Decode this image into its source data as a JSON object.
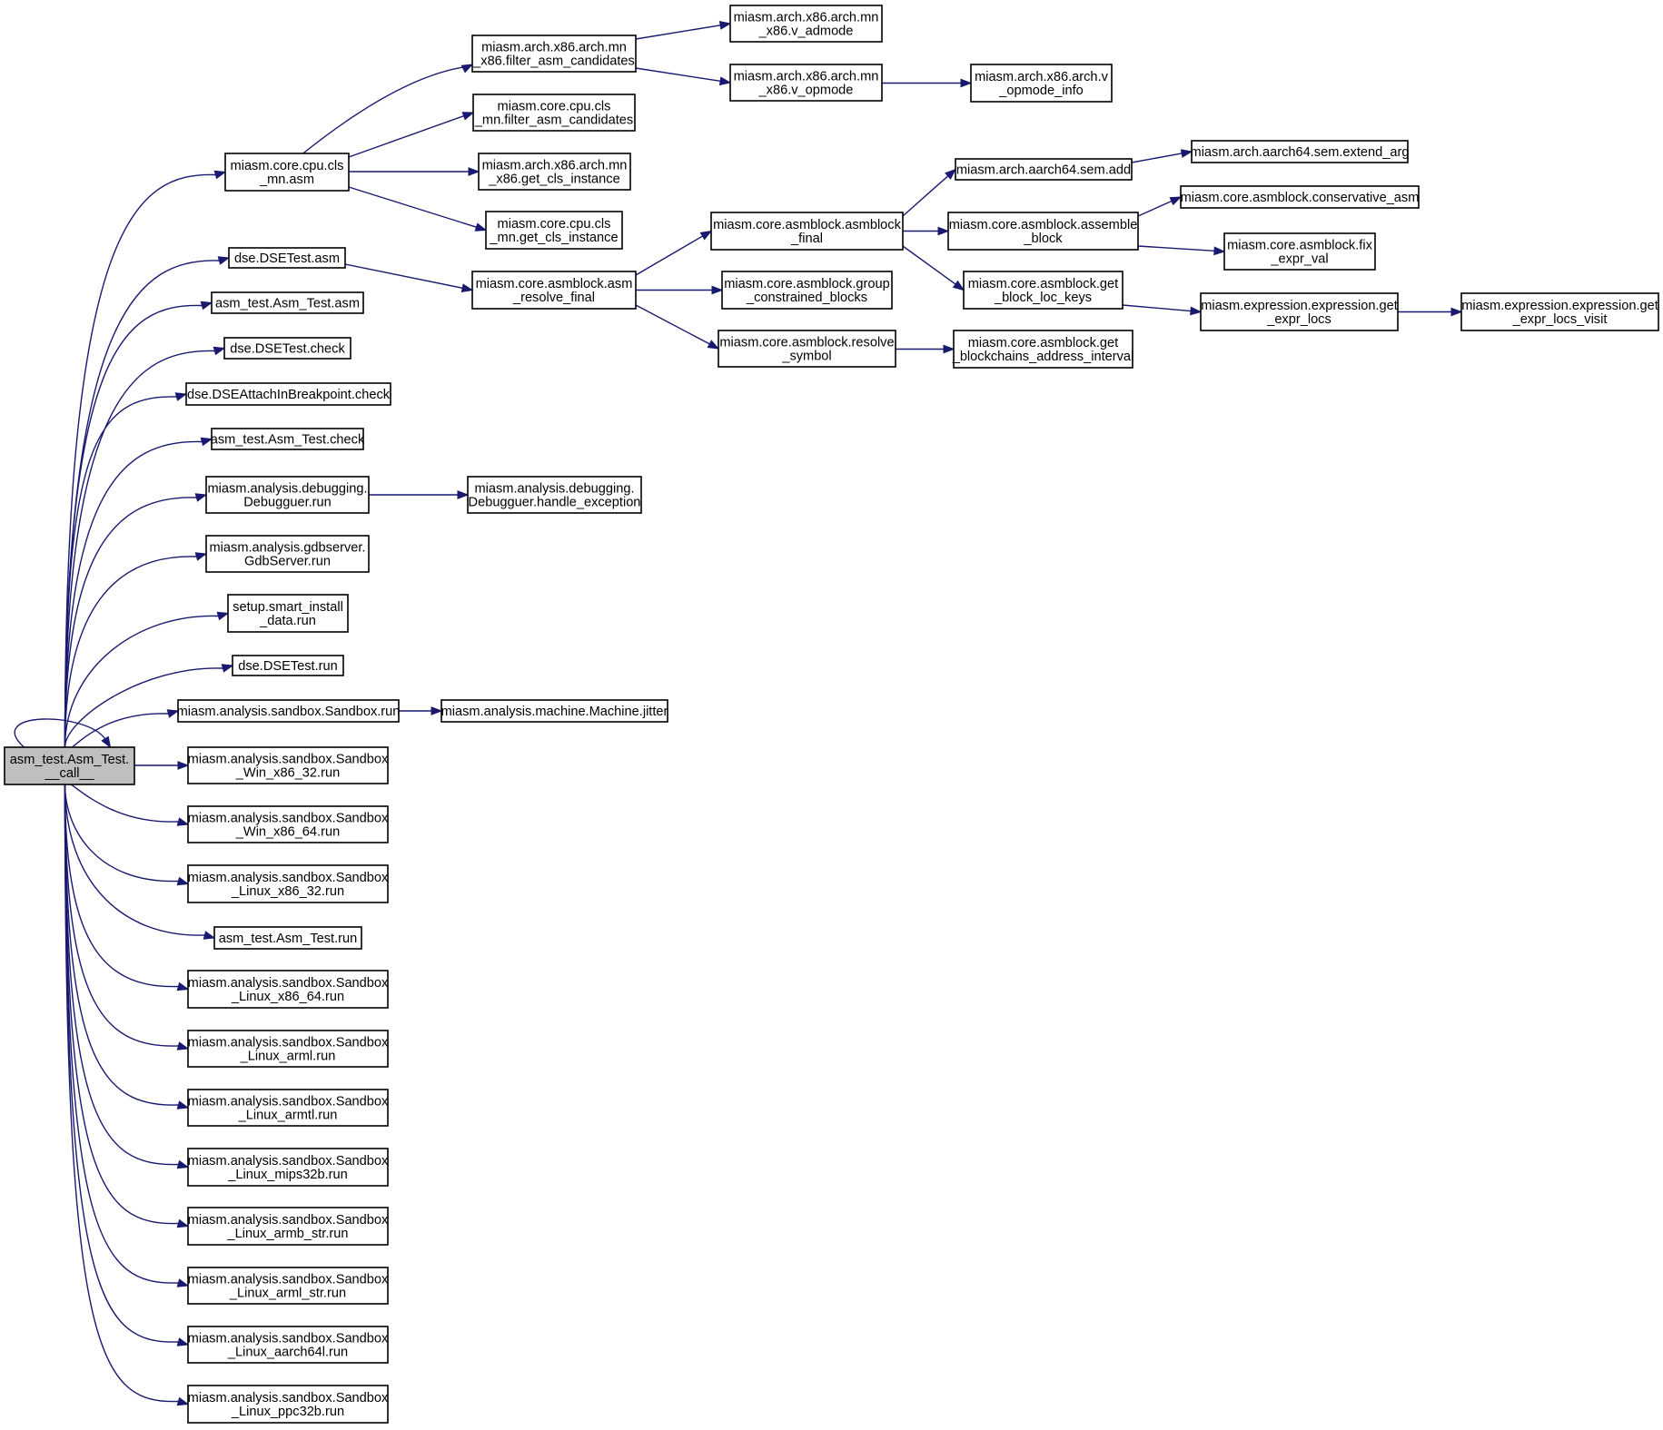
{
  "colors": {
    "edge": "#191970",
    "node_border": "#000000",
    "root_fill": "#bfbfbf",
    "node_fill": "#ffffff"
  },
  "nodes": [
    {
      "id": "root",
      "lines": [
        "asm_test.Asm_Test.",
        "__call__"
      ]
    },
    {
      "id": "core_cpu_asm",
      "lines": [
        "miasm.core.cpu.cls",
        "_mn.asm"
      ]
    },
    {
      "id": "dse_asm",
      "lines": [
        "dse.DSETest.asm"
      ]
    },
    {
      "id": "asmtest_asm",
      "lines": [
        "asm_test.Asm_Test.asm"
      ]
    },
    {
      "id": "dse_check",
      "lines": [
        "dse.DSETest.check"
      ]
    },
    {
      "id": "dse_attach_check",
      "lines": [
        "dse.DSEAttachInBreakpoint.check"
      ]
    },
    {
      "id": "asmtest_check",
      "lines": [
        "asm_test.Asm_Test.check"
      ]
    },
    {
      "id": "debugger_run",
      "lines": [
        "miasm.analysis.debugging.",
        "Debugguer.run"
      ]
    },
    {
      "id": "gdbserver_run",
      "lines": [
        "miasm.analysis.gdbserver.",
        "GdbServer.run"
      ]
    },
    {
      "id": "setup_run",
      "lines": [
        "setup.smart_install",
        "_data.run"
      ]
    },
    {
      "id": "dse_run",
      "lines": [
        "dse.DSETest.run"
      ]
    },
    {
      "id": "sandbox_run",
      "lines": [
        "miasm.analysis.sandbox.Sandbox.run"
      ]
    },
    {
      "id": "win32_run",
      "lines": [
        "miasm.analysis.sandbox.Sandbox",
        "_Win_x86_32.run"
      ]
    },
    {
      "id": "win64_run",
      "lines": [
        "miasm.analysis.sandbox.Sandbox",
        "_Win_x86_64.run"
      ]
    },
    {
      "id": "linux32_run",
      "lines": [
        "miasm.analysis.sandbox.Sandbox",
        "_Linux_x86_32.run"
      ]
    },
    {
      "id": "asmtest_run",
      "lines": [
        "asm_test.Asm_Test.run"
      ]
    },
    {
      "id": "linux64_run",
      "lines": [
        "miasm.analysis.sandbox.Sandbox",
        "_Linux_x86_64.run"
      ]
    },
    {
      "id": "arml_run",
      "lines": [
        "miasm.analysis.sandbox.Sandbox",
        "_Linux_arml.run"
      ]
    },
    {
      "id": "armtl_run",
      "lines": [
        "miasm.analysis.sandbox.Sandbox",
        "_Linux_armtl.run"
      ]
    },
    {
      "id": "mips32b_run",
      "lines": [
        "miasm.analysis.sandbox.Sandbox",
        "_Linux_mips32b.run"
      ]
    },
    {
      "id": "armb_str_run",
      "lines": [
        "miasm.analysis.sandbox.Sandbox",
        "_Linux_armb_str.run"
      ]
    },
    {
      "id": "arml_str_run",
      "lines": [
        "miasm.analysis.sandbox.Sandbox",
        "_Linux_arml_str.run"
      ]
    },
    {
      "id": "aarch64l_run",
      "lines": [
        "miasm.analysis.sandbox.Sandbox",
        "_Linux_aarch64l.run"
      ]
    },
    {
      "id": "ppc32b_run",
      "lines": [
        "miasm.analysis.sandbox.Sandbox",
        "_Linux_ppc32b.run"
      ]
    },
    {
      "id": "x86_filter",
      "lines": [
        "miasm.arch.x86.arch.mn",
        "_x86.filter_asm_candidates"
      ]
    },
    {
      "id": "cpu_filter",
      "lines": [
        "miasm.core.cpu.cls",
        "_mn.filter_asm_candidates"
      ]
    },
    {
      "id": "x86_get_cls",
      "lines": [
        "miasm.arch.x86.arch.mn",
        "_x86.get_cls_instance"
      ]
    },
    {
      "id": "cpu_get_cls",
      "lines": [
        "miasm.core.cpu.cls",
        "_mn.get_cls_instance"
      ]
    },
    {
      "id": "asm_resolve_final",
      "lines": [
        "miasm.core.asmblock.asm",
        "_resolve_final"
      ]
    },
    {
      "id": "handle_exception",
      "lines": [
        "miasm.analysis.debugging.",
        "Debugguer.handle_exception"
      ]
    },
    {
      "id": "machine_jitter",
      "lines": [
        "miasm.analysis.machine.Machine.jitter"
      ]
    },
    {
      "id": "v_admode",
      "lines": [
        "miasm.arch.x86.arch.mn",
        "_x86.v_admode"
      ]
    },
    {
      "id": "v_opmode",
      "lines": [
        "miasm.arch.x86.arch.mn",
        "_x86.v_opmode"
      ]
    },
    {
      "id": "v_opmode_info",
      "lines": [
        "miasm.arch.x86.arch.v",
        "_opmode_info"
      ]
    },
    {
      "id": "asmblock_final",
      "lines": [
        "miasm.core.asmblock.asmblock",
        "_final"
      ]
    },
    {
      "id": "group_constrained",
      "lines": [
        "miasm.core.asmblock.group",
        "_constrained_blocks"
      ]
    },
    {
      "id": "resolve_symbol",
      "lines": [
        "miasm.core.asmblock.resolve",
        "_symbol"
      ]
    },
    {
      "id": "aarch64_add",
      "lines": [
        "miasm.arch.aarch64.sem.add"
      ]
    },
    {
      "id": "assemble_block",
      "lines": [
        "miasm.core.asmblock.assemble",
        "_block"
      ]
    },
    {
      "id": "get_block_loc_keys",
      "lines": [
        "miasm.core.asmblock.get",
        "_block_loc_keys"
      ]
    },
    {
      "id": "get_blockchains",
      "lines": [
        "miasm.core.asmblock.get",
        "_blockchains_address_interval"
      ]
    },
    {
      "id": "extend_arg",
      "lines": [
        "miasm.arch.aarch64.sem.extend_arg"
      ]
    },
    {
      "id": "conservative_asm",
      "lines": [
        "miasm.core.asmblock.conservative_asm"
      ]
    },
    {
      "id": "fix_expr_val",
      "lines": [
        "miasm.core.asmblock.fix",
        "_expr_val"
      ]
    },
    {
      "id": "get_expr_locs",
      "lines": [
        "miasm.expression.expression.get",
        "_expr_locs"
      ]
    },
    {
      "id": "get_expr_locs_visit",
      "lines": [
        "miasm.expression.expression.get",
        "_expr_locs_visit"
      ]
    }
  ],
  "edges": [
    [
      "root",
      "root"
    ],
    [
      "root",
      "core_cpu_asm"
    ],
    [
      "root",
      "dse_asm"
    ],
    [
      "root",
      "asmtest_asm"
    ],
    [
      "root",
      "dse_check"
    ],
    [
      "root",
      "dse_attach_check"
    ],
    [
      "root",
      "asmtest_check"
    ],
    [
      "root",
      "debugger_run"
    ],
    [
      "root",
      "gdbserver_run"
    ],
    [
      "root",
      "setup_run"
    ],
    [
      "root",
      "dse_run"
    ],
    [
      "root",
      "sandbox_run"
    ],
    [
      "root",
      "win32_run"
    ],
    [
      "root",
      "win64_run"
    ],
    [
      "root",
      "linux32_run"
    ],
    [
      "root",
      "asmtest_run"
    ],
    [
      "root",
      "linux64_run"
    ],
    [
      "root",
      "arml_run"
    ],
    [
      "root",
      "armtl_run"
    ],
    [
      "root",
      "mips32b_run"
    ],
    [
      "root",
      "armb_str_run"
    ],
    [
      "root",
      "arml_str_run"
    ],
    [
      "root",
      "aarch64l_run"
    ],
    [
      "root",
      "ppc32b_run"
    ],
    [
      "core_cpu_asm",
      "x86_filter"
    ],
    [
      "core_cpu_asm",
      "cpu_filter"
    ],
    [
      "core_cpu_asm",
      "x86_get_cls"
    ],
    [
      "core_cpu_asm",
      "cpu_get_cls"
    ],
    [
      "x86_filter",
      "v_admode"
    ],
    [
      "x86_filter",
      "v_opmode"
    ],
    [
      "v_opmode",
      "v_opmode_info"
    ],
    [
      "dse_asm",
      "asm_resolve_final"
    ],
    [
      "asm_resolve_final",
      "asmblock_final"
    ],
    [
      "asm_resolve_final",
      "group_constrained"
    ],
    [
      "asm_resolve_final",
      "resolve_symbol"
    ],
    [
      "asmblock_final",
      "aarch64_add"
    ],
    [
      "asmblock_final",
      "assemble_block"
    ],
    [
      "asmblock_final",
      "get_block_loc_keys"
    ],
    [
      "aarch64_add",
      "extend_arg"
    ],
    [
      "assemble_block",
      "conservative_asm"
    ],
    [
      "assemble_block",
      "fix_expr_val"
    ],
    [
      "get_block_loc_keys",
      "get_expr_locs"
    ],
    [
      "get_expr_locs",
      "get_expr_locs_visit"
    ],
    [
      "resolve_symbol",
      "get_blockchains"
    ],
    [
      "debugger_run",
      "handle_exception"
    ],
    [
      "sandbox_run",
      "machine_jitter"
    ]
  ]
}
